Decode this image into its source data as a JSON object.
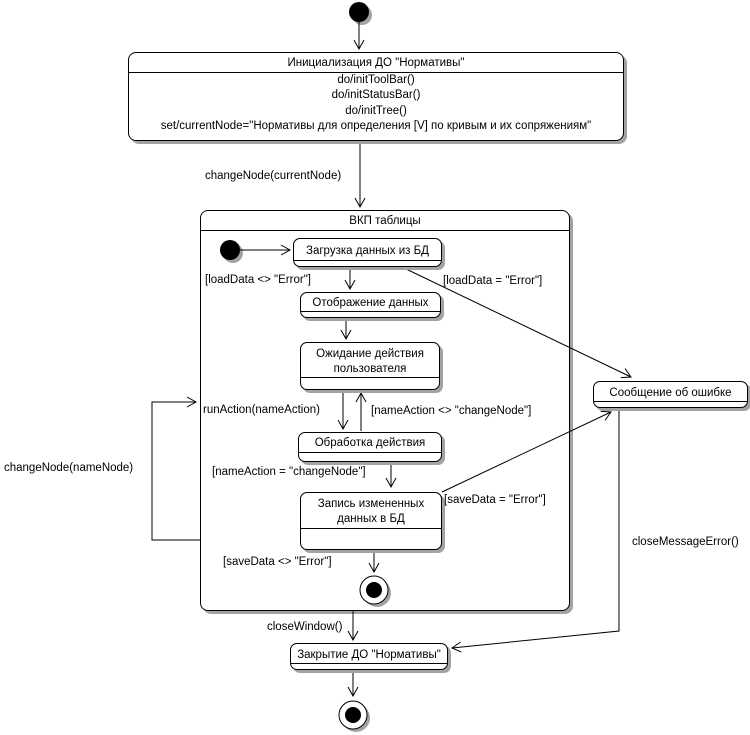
{
  "diagram": {
    "init_state": {
      "name": "Инициализация ДО \"Нормативы\"",
      "actions": [
        "do/initToolBar()",
        "do/initStatusBar()",
        "do/initTree()",
        "set/currentNode=\"Нормативы для определения [V] по кривым и их сопряжениям\""
      ]
    },
    "composite_state": {
      "name": "ВКП таблицы"
    },
    "states": {
      "load": "Загрузка данных из БД",
      "display": "Отображение данных",
      "wait": "Ожидание действия пользователя",
      "process": "Обработка действия",
      "save": "Запись измененных данных в БД",
      "error": "Сообщение об ошибке",
      "close": "Закрытие ДО \"Нормативы\""
    },
    "transitions": {
      "change_node_current": "changeNode(currentNode)",
      "load_ok": "[loadData <> \"Error\"]",
      "load_err": "[loadData = \"Error\"]",
      "run_action": "runAction(nameAction)",
      "action_not_change": "[nameAction <> \"changeNode\"]",
      "action_change": "[nameAction = \"changeNode\"]",
      "save_err": "[saveData = \"Error\"]",
      "save_ok": "[saveData <> \"Error\"]",
      "change_node_name": "changeNode(nameNode)",
      "close_window": "closeWindow()",
      "close_message_error": "closeMessageError()"
    },
    "colors": {
      "line": "#000000",
      "shadow": "#a3a3a3",
      "fill": "#ffffff"
    }
  }
}
